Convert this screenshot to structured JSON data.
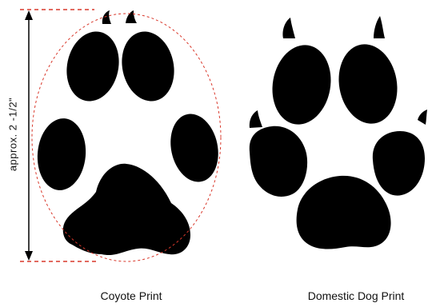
{
  "measurement": {
    "label": "approx. 2 -1/2\"",
    "guide_color": "#d9382b",
    "arrow_color": "#000000"
  },
  "prints": [
    {
      "caption": "Coyote Print"
    },
    {
      "caption": "Domestic Dog Print"
    }
  ],
  "colors": {
    "print_fill": "#000000",
    "background": "#ffffff"
  }
}
